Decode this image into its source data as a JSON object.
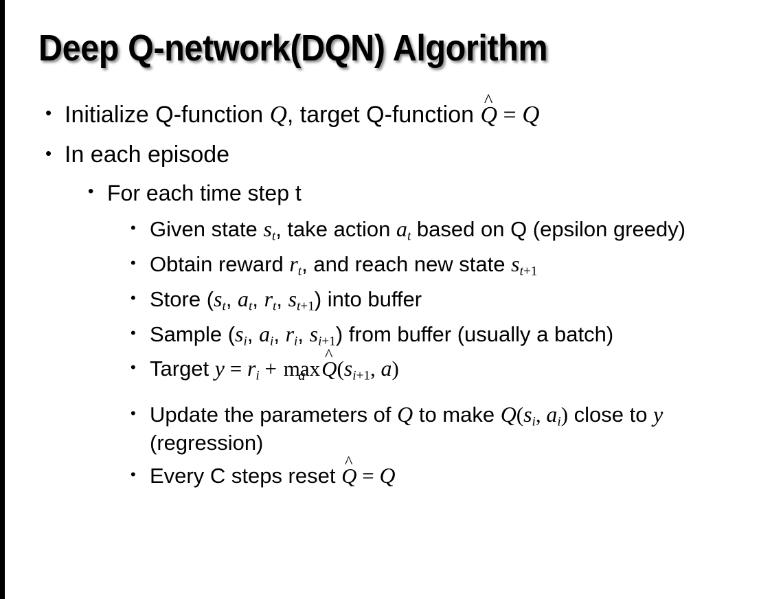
{
  "slide": {
    "title": "Deep Q-network(DQN) Algorithm",
    "background_color": "#ffffff",
    "text_color": "#000000",
    "edge_bar_color": "#000000",
    "bullet_glyph": "•"
  },
  "bullets": {
    "b1": {
      "level": 1,
      "parts": {
        "p1": "Initialize Q-function ",
        "q1": "Q",
        "p2": ", target Q-function ",
        "qhat": "Q",
        "hat": "̂",
        "eq": " = ",
        "q2": "Q"
      },
      "plain": "Initialize Q-function Q, target Q-function Q̂ = Q"
    },
    "b2": {
      "level": 1,
      "text": "In each episode"
    },
    "b3": {
      "level": 2,
      "text": "For each time step t"
    },
    "b4": {
      "level": 3,
      "parts": {
        "p1": "Given state ",
        "s": "s",
        "s_sub": "t",
        "p2": ", take action ",
        "a": "a",
        "a_sub": "t",
        "p3": " based on Q (epsilon greedy)"
      },
      "plain": "Given state sₜ, take action aₜ based on Q (epsilon greedy)"
    },
    "b5": {
      "level": 3,
      "parts": {
        "p1": "Obtain reward ",
        "r": "r",
        "r_sub": "t",
        "p2": ", and reach new state ",
        "s": "s",
        "s_sub_i": "t",
        "s_sub_rest": "+1"
      },
      "plain": "Obtain reward rₜ, and reach new state sₜ₊₁"
    },
    "b6": {
      "level": 3,
      "parts": {
        "p1": "Store (",
        "s1": "s",
        "s1_sub": "t",
        "c1": ", ",
        "a1": "a",
        "a1_sub": "t",
        "c2": ", ",
        "r1": "r",
        "r1_sub": "t",
        "c3": ", ",
        "s2": "s",
        "s2_sub_i": "t",
        "s2_sub_rest": "+1",
        "p2": ") into buffer"
      },
      "plain": "Store (sₜ, aₜ, rₜ, sₜ₊₁) into buffer"
    },
    "b7": {
      "level": 3,
      "parts": {
        "p1": "Sample (",
        "s1": "s",
        "s1_sub": "i",
        "c1": ", ",
        "a1": "a",
        "a1_sub": "i",
        "c2": ", ",
        "r1": "r",
        "r1_sub": "i",
        "c3": ", ",
        "s2": "s",
        "s2_sub_i": "i",
        "s2_sub_rest": "+1",
        "p2": ") from buffer (usually a batch)"
      },
      "plain": "Sample (sᵢ, aᵢ, rᵢ, sᵢ₊₁) from buffer (usually a batch)"
    },
    "b8": {
      "level": 3,
      "parts": {
        "p1": "Target ",
        "y": "y",
        "eq": " = ",
        "r": "r",
        "r_sub": "i",
        "plus": " + ",
        "max": "max",
        "max_sub": "a",
        "qhat": "Q",
        "hat": "̂",
        "open": "(",
        "s": "s",
        "s_sub_i": "i",
        "s_sub_rest": "+1",
        "comma": ", ",
        "a": "a",
        "close": ")"
      },
      "plain": "Target y = rᵢ + maxₐ Q̂(sᵢ₊₁, a)"
    },
    "b9": {
      "level": 3,
      "parts": {
        "p1": "Update the parameters of ",
        "q1": "Q",
        "p2": " to make ",
        "q2": "Q",
        "open": "(",
        "s": "s",
        "s_sub": "i",
        "comma": ", ",
        "a": "a",
        "a_sub": "i",
        "close": ")",
        "p3": " close to ",
        "y": "y",
        "p4": " (regression)"
      },
      "plain": "Update the parameters of Q to make Q(sᵢ, aᵢ) close to y (regression)"
    },
    "b10": {
      "level": 3,
      "parts": {
        "p1": "Every C steps reset ",
        "qhat": "Q",
        "hat": "̂",
        "eq": " = ",
        "q": "Q"
      },
      "plain": "Every C steps reset Q̂ = Q"
    }
  }
}
